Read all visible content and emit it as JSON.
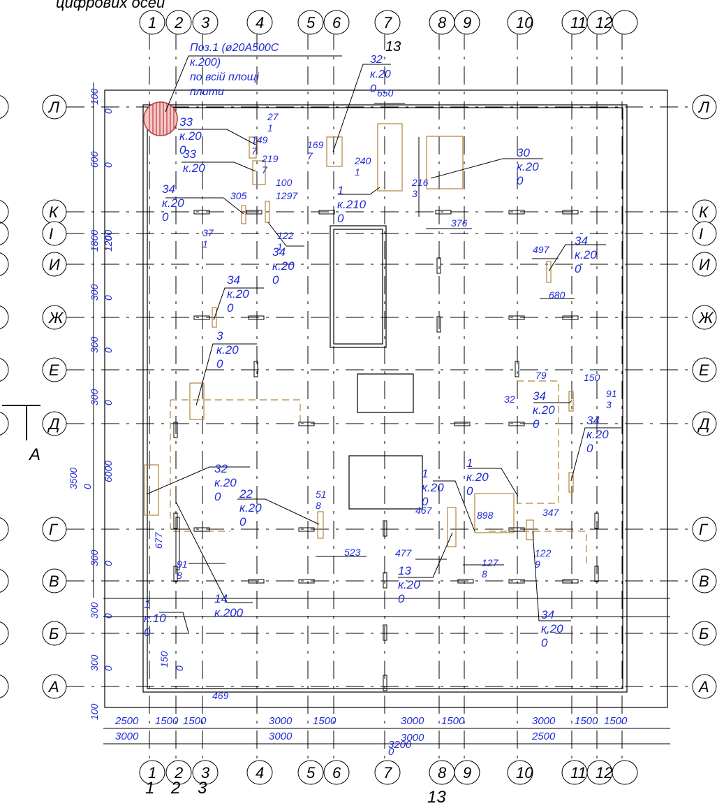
{
  "header": {
    "partial_title": "цифрових осей",
    "column_13": "13"
  },
  "axes": {
    "columns": [
      {
        "id": "c1",
        "label": "1"
      },
      {
        "id": "c2",
        "label": "2"
      },
      {
        "id": "c3",
        "label": "3"
      },
      {
        "id": "c4",
        "label": "4"
      },
      {
        "id": "c5",
        "label": "5"
      },
      {
        "id": "c6",
        "label": "6"
      },
      {
        "id": "c7",
        "label": "7"
      },
      {
        "id": "c8",
        "label": "8"
      },
      {
        "id": "c9",
        "label": "9"
      },
      {
        "id": "c10",
        "label": "10"
      },
      {
        "id": "c11",
        "label": "11"
      },
      {
        "id": "c12",
        "label": "12"
      },
      {
        "id": "c13",
        "label": ""
      }
    ],
    "rows": [
      {
        "id": "r-l",
        "label": "Л"
      },
      {
        "id": "r-k",
        "label": "К"
      },
      {
        "id": "r-i",
        "label": "І"
      },
      {
        "id": "r-y",
        "label": "И"
      },
      {
        "id": "r-zh",
        "label": "Ж"
      },
      {
        "id": "r-e",
        "label": "Е"
      },
      {
        "id": "r-d",
        "label": "Д"
      },
      {
        "id": "r-g",
        "label": "Г"
      },
      {
        "id": "r-v",
        "label": "В"
      },
      {
        "id": "r-b",
        "label": "Б"
      },
      {
        "id": "r-a",
        "label": "А"
      }
    ],
    "bottom_extra": {
      "c1": "1",
      "c2": "2",
      "c3": "3",
      "c13": "13"
    }
  },
  "section_mark": "А",
  "left_dims": [
    "100",
    "0",
    "600",
    "0",
    "1800",
    "1200",
    "0",
    "300",
    "0",
    "300",
    "0",
    "300",
    "0",
    "3500",
    "0",
    "6000",
    "677",
    "300",
    "0",
    "300",
    "0",
    "300",
    "0",
    "150",
    "0",
    "100"
  ],
  "bottom_dims": {
    "row1": [
      "2500",
      "1500",
      "1500",
      "3000",
      "1500",
      "3000",
      "1500",
      "3000",
      "1500",
      "1500"
    ],
    "row2": [
      "3000",
      "3000",
      "3200",
      "0",
      "3000",
      "2500"
    ]
  },
  "callouts": [
    {
      "id": "poz1",
      "lines": [
        "Поз.1 (ø20А500С",
        "к.200)",
        "по всій площі",
        "плити"
      ]
    },
    {
      "id": "c-32a",
      "lines": [
        "32",
        "к.20",
        "0"
      ]
    },
    {
      "id": "c-650",
      "lines": [
        "650"
      ]
    },
    {
      "id": "c-33a",
      "lines": [
        "33",
        "к.20",
        "0"
      ]
    },
    {
      "id": "c-33b",
      "lines": [
        "33",
        "к.20"
      ]
    },
    {
      "id": "c-27",
      "lines": [
        "27",
        "1"
      ]
    },
    {
      "id": "c-149",
      "lines": [
        "149",
        "7"
      ]
    },
    {
      "id": "c-219",
      "lines": [
        "219",
        "7"
      ]
    },
    {
      "id": "c-169",
      "lines": [
        "169",
        "7"
      ]
    },
    {
      "id": "c-240",
      "lines": [
        "240",
        "1"
      ]
    },
    {
      "id": "c-216",
      "lines": [
        "216",
        "3"
      ]
    },
    {
      "id": "c-30",
      "lines": [
        "30",
        "к.20",
        "0"
      ]
    },
    {
      "id": "c-100",
      "lines": [
        "100"
      ]
    },
    {
      "id": "c-34a",
      "lines": [
        "34",
        "к.20",
        "0"
      ]
    },
    {
      "id": "c-305",
      "lines": [
        "305"
      ]
    },
    {
      "id": "c-1297",
      "lines": [
        "1297"
      ]
    },
    {
      "id": "c-110",
      "lines": [
        "1",
        "к.210",
        "0"
      ]
    },
    {
      "id": "c-376",
      "lines": [
        "376"
      ]
    },
    {
      "id": "c-37",
      "lines": [
        "37",
        "1"
      ]
    },
    {
      "id": "c-122a",
      "lines": [
        "122",
        "1"
      ]
    },
    {
      "id": "c-34b",
      "lines": [
        "34",
        "к.20",
        "0"
      ]
    },
    {
      "id": "c-497",
      "lines": [
        "497"
      ]
    },
    {
      "id": "c-34c",
      "lines": [
        "34",
        "к.20",
        "0"
      ]
    },
    {
      "id": "c-680",
      "lines": [
        "680"
      ]
    },
    {
      "id": "c-34d",
      "lines": [
        "34",
        "к.20",
        "0"
      ]
    },
    {
      "id": "c-3",
      "lines": [
        "3",
        "к.20",
        "0"
      ]
    },
    {
      "id": "c-79",
      "lines": [
        "79"
      ]
    },
    {
      "id": "c-150",
      "lines": [
        "150"
      ]
    },
    {
      "id": "c-34e",
      "lines": [
        "34",
        "к.20",
        "0"
      ]
    },
    {
      "id": "c-32b",
      "lines": [
        "32"
      ]
    },
    {
      "id": "c-913",
      "lines": [
        "91",
        "3"
      ]
    },
    {
      "id": "c-34f",
      "lines": [
        "34",
        "к.20",
        "0"
      ]
    },
    {
      "id": "c-1a",
      "lines": [
        "1",
        "к.20",
        "0"
      ]
    },
    {
      "id": "c-32c",
      "lines": [
        "32",
        "к.20",
        "0"
      ]
    },
    {
      "id": "c-1b",
      "lines": [
        "1",
        "к.20",
        "0"
      ]
    },
    {
      "id": "c-22",
      "lines": [
        "22",
        "к.20",
        "0"
      ]
    },
    {
      "id": "c-51",
      "lines": [
        "51",
        "8"
      ]
    },
    {
      "id": "c-467",
      "lines": [
        "467"
      ]
    },
    {
      "id": "c-898",
      "lines": [
        "898"
      ]
    },
    {
      "id": "c-347",
      "lines": [
        "347"
      ]
    },
    {
      "id": "c-523",
      "lines": [
        "523"
      ]
    },
    {
      "id": "c-477",
      "lines": [
        "477"
      ]
    },
    {
      "id": "c-122b",
      "lines": [
        "122",
        "9"
      ]
    },
    {
      "id": "c-918",
      "lines": [
        "91",
        "8"
      ]
    },
    {
      "id": "c-13",
      "lines": [
        "13",
        "к.20",
        "0"
      ]
    },
    {
      "id": "c-127",
      "lines": [
        "127",
        "8"
      ]
    },
    {
      "id": "c-14",
      "lines": [
        "14",
        "к.200"
      ]
    },
    {
      "id": "c-34g",
      "lines": [
        "34",
        "к.20",
        "0"
      ]
    },
    {
      "id": "c-1c",
      "lines": [
        "1",
        "к.10",
        "0"
      ]
    },
    {
      "id": "c-469",
      "lines": [
        "469"
      ]
    }
  ]
}
